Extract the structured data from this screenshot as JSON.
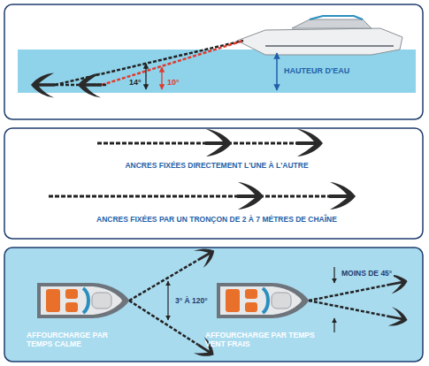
{
  "diagram": {
    "labels": [
      "14°",
      "10°",
      "HAUTEUR D'EAU",
      "ANCRES FIXÉES DIRECTEMENT L'UNE À L'AUTRE",
      "ANCRES FIXÉES PAR UN TRONÇON DE 2 À 7 MÉTRES DE CHAÎNE",
      "3° À 120°",
      "AFFOURCHARGE PAR TEMPS CALME",
      "MOINS DE 45°",
      "AFFOURCHARGE PAR TEMPS VENT FRAIS"
    ]
  }
}
